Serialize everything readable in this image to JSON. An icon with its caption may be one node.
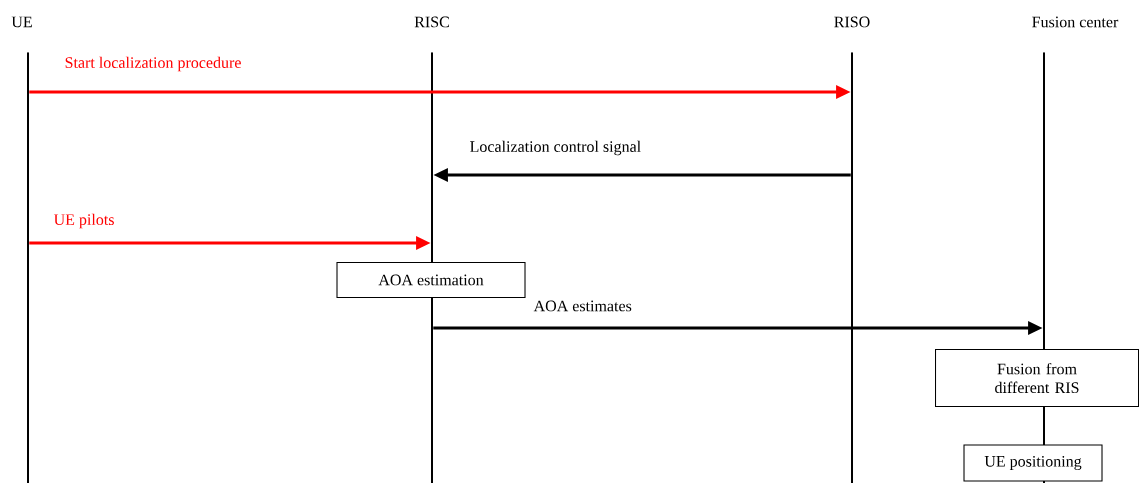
{
  "diagram": {
    "nodes": [
      {
        "text": [
          "UE"
        ]
      },
      {
        "text": [
          "RISC"
        ]
      },
      {
        "text": [
          "RISO"
        ]
      },
      {
        "text": [
          "Fusion center"
        ]
      },
      {
        "text": [
          "AOA estimation"
        ]
      },
      {
        "text": [
          "Fusion from different RIS"
        ]
      },
      {
        "text": [
          "UE positioning"
        ]
      }
    ],
    "edges": [
      {
        "from": 0,
        "to": 2,
        "arrow": "to",
        "label": "Start localization procedure",
        "color": "#ff0000"
      },
      {
        "from": 2,
        "to": 1,
        "arrow": "to",
        "label": "Localization control signal",
        "color": "#000000"
      },
      {
        "from": 0,
        "to": 1,
        "arrow": "to",
        "label": "UE pilots",
        "color": "#ff0000"
      },
      {
        "from": 1,
        "to": 3,
        "arrow": "to",
        "label": "AOA estimates",
        "color": "#000000"
      }
    ]
  }
}
